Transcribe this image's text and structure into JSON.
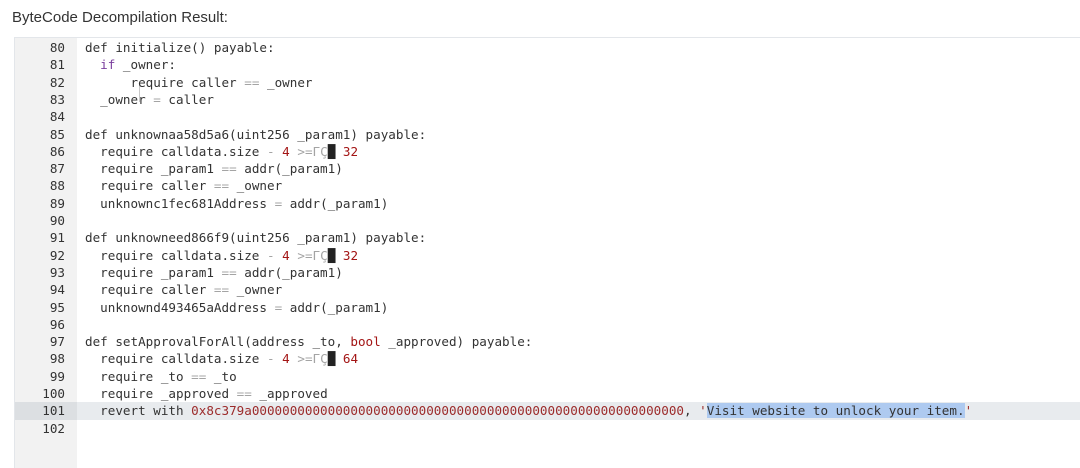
{
  "heading": "ByteCode Decompilation Result:",
  "lines": [
    {
      "n": "80",
      "code": "def initialize() payable:"
    },
    {
      "n": "81",
      "code": "  if _owner:"
    },
    {
      "n": "82",
      "code": "      require caller == _owner"
    },
    {
      "n": "83",
      "code": "  _owner = caller"
    },
    {
      "n": "84",
      "code": ""
    },
    {
      "n": "85",
      "code": "def unknownaa58d5a6(uint256 _param1) payable:"
    },
    {
      "n": "86",
      "code": "  require calldata.size - 4 >=ΓÇ█ 32"
    },
    {
      "n": "87",
      "code": "  require _param1 == addr(_param1)"
    },
    {
      "n": "88",
      "code": "  require caller == _owner"
    },
    {
      "n": "89",
      "code": "  unknownc1fec681Address = addr(_param1)"
    },
    {
      "n": "90",
      "code": ""
    },
    {
      "n": "91",
      "code": "def unknowneed866f9(uint256 _param1) payable:"
    },
    {
      "n": "92",
      "code": "  require calldata.size - 4 >=ΓÇ█ 32"
    },
    {
      "n": "93",
      "code": "  require _param1 == addr(_param1)"
    },
    {
      "n": "94",
      "code": "  require caller == _owner"
    },
    {
      "n": "95",
      "code": "  unknownd493465aAddress = addr(_param1)"
    },
    {
      "n": "96",
      "code": ""
    },
    {
      "n": "97",
      "code": "def setApprovalForAll(address _to, bool _approved) payable:"
    },
    {
      "n": "98",
      "code": "  require calldata.size - 4 >=ΓÇ█ 64"
    },
    {
      "n": "99",
      "code": "  require _to == _to"
    },
    {
      "n": "100",
      "code": "  require _approved == _approved"
    },
    {
      "n": "101",
      "code": "  revert with 0x8c379a000000000000000000000000000000000000000000000000000000000, 'Visit website to unlock your item.'"
    },
    {
      "n": "102",
      "code": ""
    }
  ],
  "active_line": "101",
  "selected_text": "Visit website to unlock your item."
}
